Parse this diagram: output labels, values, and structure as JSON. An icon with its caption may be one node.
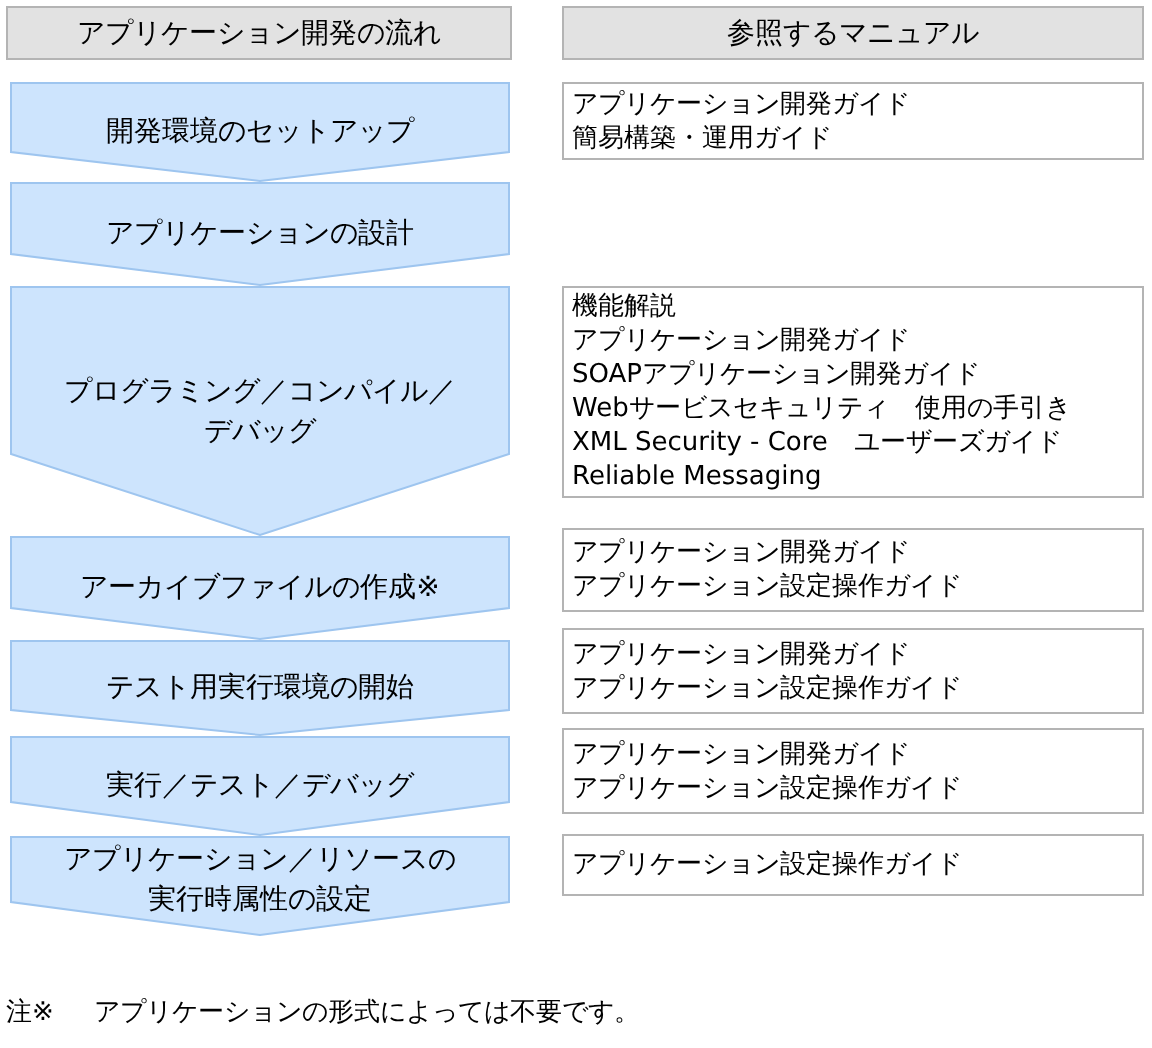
{
  "diagram": {
    "nodes": [
      {
        "text": [
          "アプリケーション開発の流れ"
        ]
      },
      {
        "text": [
          "参照するマニュアル"
        ]
      },
      {
        "text": [
          "開発環境のセットアップ"
        ]
      },
      {
        "text": [
          "アプリケーション開発ガイド",
          "簡易構築・運用ガイド"
        ]
      },
      {
        "text": [
          "アプリケーションの設計"
        ]
      },
      {
        "text": [
          "プログラミング／コンパイル／デバッグ"
        ]
      },
      {
        "text": [
          "機能解説",
          "アプリケーション開発ガイド",
          "SOAPアプリケーション開発ガイド",
          "Webサービスセキュリティ　使用の手引き",
          "XML Security - Core　ユーザーズガイド",
          "Reliable Messaging"
        ]
      },
      {
        "text": [
          "アーカイブファイルの作成※"
        ]
      },
      {
        "text": [
          "アプリケーション開発ガイド",
          "アプリケーション設定操作ガイド"
        ]
      },
      {
        "text": [
          "テスト用実行環境の開始"
        ]
      },
      {
        "text": [
          "アプリケーション開発ガイド",
          "アプリケーション設定操作ガイド"
        ]
      },
      {
        "text": [
          "実行／テスト／デバッグ"
        ]
      },
      {
        "text": [
          "アプリケーション開発ガイド",
          "アプリケーション設定操作ガイド"
        ]
      },
      {
        "text": [
          "アプリケーション／リソースの実行時属性の設定"
        ]
      },
      {
        "text": [
          "アプリケーション設定操作ガイド"
        ]
      }
    ],
    "labels": [
      "注※",
      "アプリケーションの形式によっては不要です。"
    ]
  }
}
